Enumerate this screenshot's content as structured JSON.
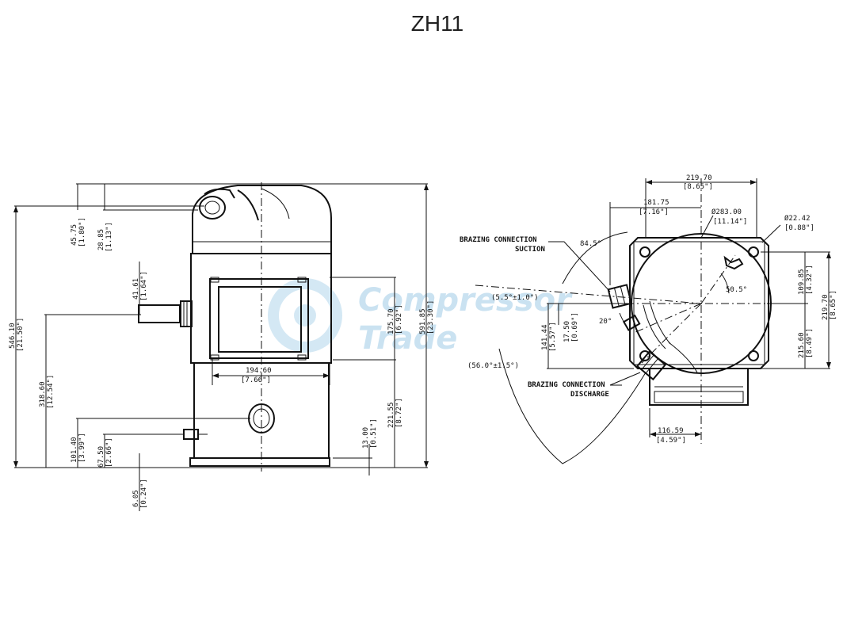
{
  "title": "ZH11",
  "watermark": {
    "line1": "Compressor",
    "line2": "Trade",
    "color": "#9fcbe6"
  },
  "left_view": {
    "dims": {
      "d45_75": "45.75",
      "d45_75_in": "[1.80\"]",
      "d28_85": "28.85",
      "d28_85_in": "[1.13\"]",
      "d41_61": "41.61",
      "d41_61_in": "[1.64\"]",
      "d546_10": "546.10",
      "d546_10_in": "[21.50\"]",
      "d318_60": "318.60",
      "d318_60_in": "[12.54\"]",
      "d101_40": "101.40",
      "d101_40_in": "[3.99\"]",
      "d67_50": "67.50",
      "d67_50_in": "[2.66\"]",
      "d6_05": "6.05",
      "d6_05_in": "[0.24\"]",
      "d194_60": "194.60",
      "d194_60_in": "[7.66\"]",
      "d175_70": "175.70",
      "d175_70_in": "[6.92\"]",
      "d591_85": "591.85",
      "d591_85_in": "[23.30\"]",
      "d221_55": "221.55",
      "d221_55_in": "[8.72\"]",
      "d13_00": "13.00",
      "d13_00_in": "[0.51\"]"
    }
  },
  "right_view": {
    "labels": {
      "suction_1": "BRAZING CONNECTION",
      "suction_2": "SUCTION",
      "discharge_1": "BRAZING CONNECTION",
      "discharge_2": "DISCHARGE"
    },
    "dims": {
      "d219_70_top": "219.70",
      "d219_70_top_in": "[8.65\"]",
      "d181_75": "181.75",
      "d181_75_in": "[7.16\"]",
      "dia283": "Ø283.00",
      "dia283_in": "[11.14\"]",
      "dia22": "Ø22.42",
      "dia22_in": "[0.88\"]",
      "a84_5": "84.5°",
      "a5_5": "(5.5°±1.0°)",
      "a50_5": "50.5°",
      "a20": "20°",
      "d17_50": "17.50",
      "d17_50_in": "[0.69\"]",
      "d141_44": "141.44",
      "d141_44_in": "[5.57\"]",
      "a56": "(56.0°±1.5°)",
      "d109_85": "109.85",
      "d109_85_in": "[4.32\"]",
      "d219_70_right": "219.70",
      "d219_70_right_in": "[8.65\"]",
      "d215_60": "215.60",
      "d215_60_in": "[8.49\"]",
      "d116_59": "116.59",
      "d116_59_in": "[4.59\"]"
    }
  }
}
